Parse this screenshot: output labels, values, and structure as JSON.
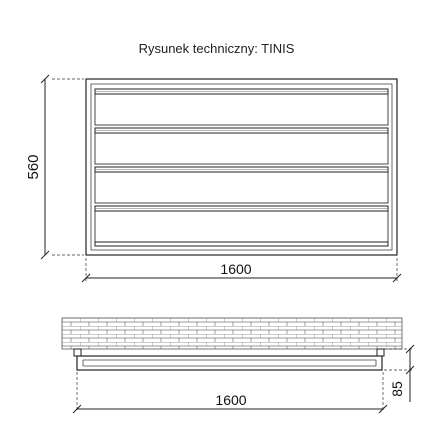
{
  "title": "Rysunek techniczny: TINIS",
  "front_view": {
    "height_label": "560",
    "width_label": "1600",
    "slat_count": 4
  },
  "side_view": {
    "width_label": "1600",
    "depth_label": "85"
  }
}
